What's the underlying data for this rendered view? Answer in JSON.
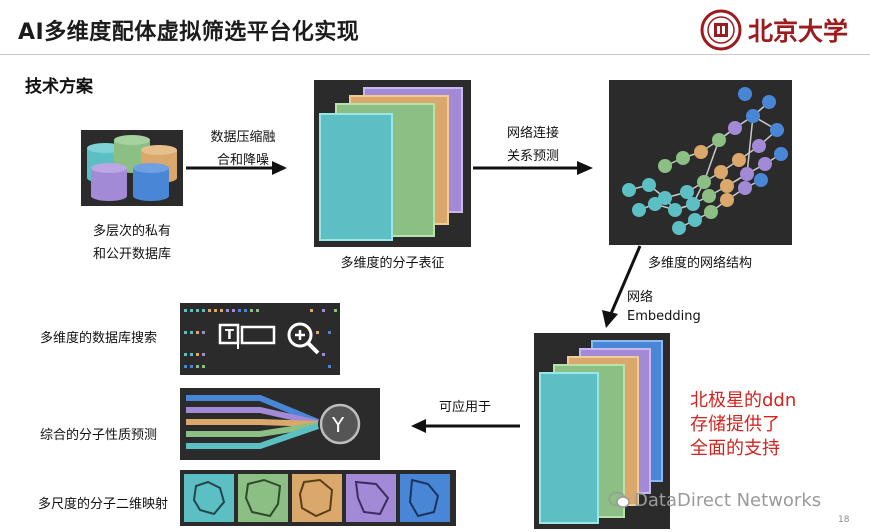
{
  "header": {
    "title": "AI多维度配体虚拟筛选平台化实现",
    "logo_text": "北京大学",
    "subtitle": "技术方案"
  },
  "colors": {
    "red": "#d3231f",
    "dark_panel": "#2b2b2b",
    "teal": "#5bbfc4",
    "green": "#8bbf84",
    "orange": "#d9a86a",
    "purple": "#a38ad6",
    "blue": "#4a86d6"
  },
  "nodes": {
    "databases": {
      "line1": "多层次的私有",
      "line2": "和公开数据库"
    },
    "molecular_rep": {
      "label": "多维度的分子表征"
    },
    "network": {
      "label": "多维度的网络结构"
    },
    "db_search": {
      "label": "多维度的数据库搜索"
    },
    "property_pred": {
      "label": "综合的分子性质预测"
    },
    "map_2d": {
      "label": "多尺度的分子二维映射"
    }
  },
  "edges": {
    "fusion": {
      "line1": "数据压缩融",
      "line2": "合和降噪"
    },
    "predict_rel": {
      "line1": "网络连接",
      "line2": "关系预测"
    },
    "embedding": {
      "line1": "网络",
      "line2": "Embedding"
    },
    "applied": {
      "label": "可应用于"
    }
  },
  "callout": {
    "line1": "北极星的ddn",
    "line2": "存储提供了",
    "line3": "全面的支持"
  },
  "watermark": "DataDirect Networks",
  "page_number": "18"
}
